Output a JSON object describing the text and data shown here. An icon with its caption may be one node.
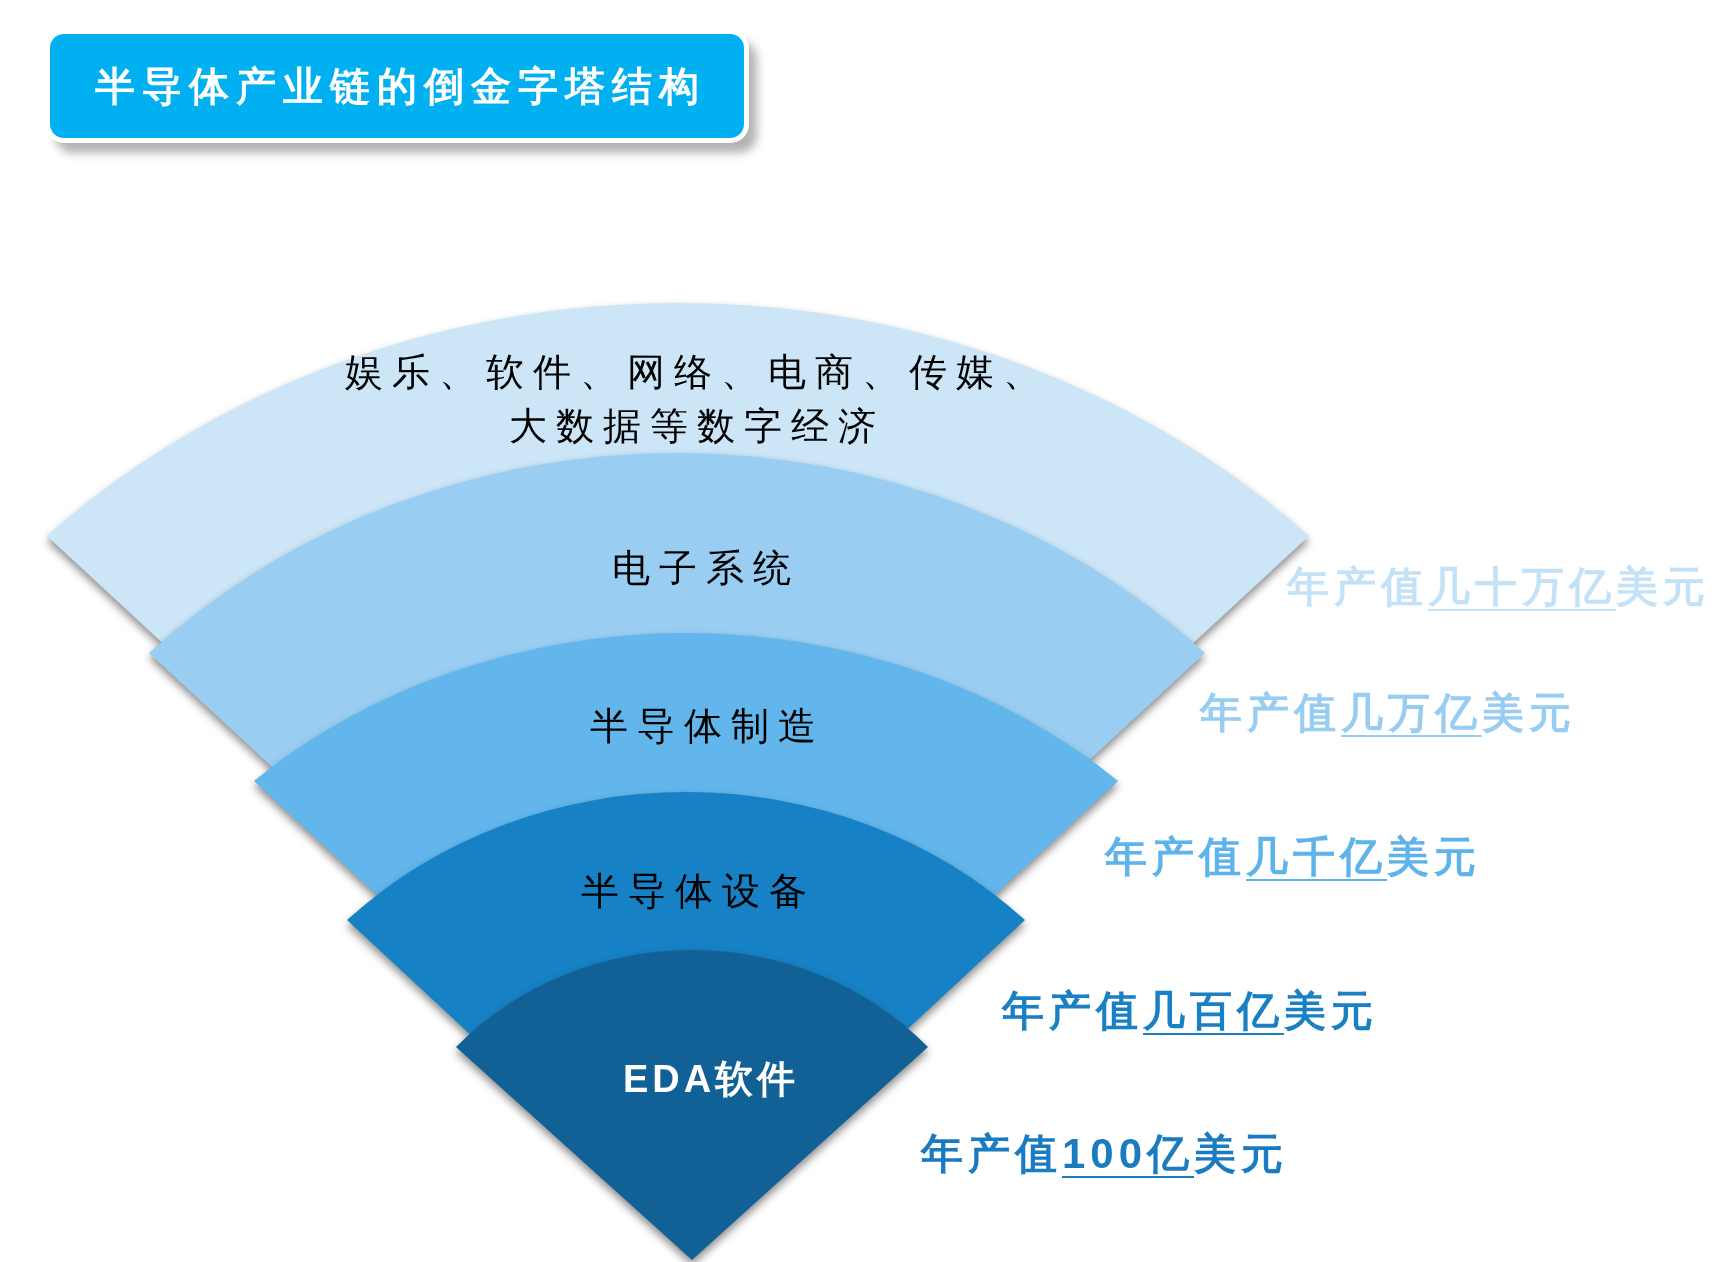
{
  "diagram": {
    "title": "半导体产业链的倒金字塔结构",
    "nodes": [
      {
        "text": [
          "娱乐、软件、网络、电商、传媒、大数据等数字经济"
        ],
        "beside": [
          "年产值几十万亿美元"
        ]
      },
      {
        "text": [
          "电子系统"
        ],
        "beside": [
          "年产值几万亿美元"
        ]
      },
      {
        "text": [
          "半导体制造"
        ],
        "beside": [
          "年产值几千亿美元"
        ]
      },
      {
        "text": [
          "半导体设备"
        ],
        "beside": [
          "年产值几百亿美元"
        ]
      },
      {
        "text": [
          "EDA软件"
        ],
        "beside": [
          "年产值100亿美元"
        ]
      }
    ]
  }
}
